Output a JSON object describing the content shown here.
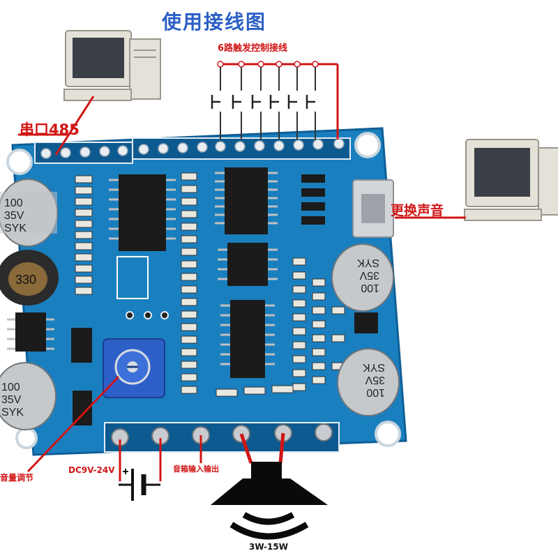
{
  "title": "使用接线图",
  "labels": {
    "serial": "串口485",
    "trigger": "6路触发控制接线",
    "swap_sound": "更换声音",
    "volume": "音量调节",
    "power": "DC9V-24V",
    "speaker_io": "音箱输入输出",
    "wattage": "3W-15W"
  },
  "capacitors": [
    {
      "line1": "100",
      "line2": "35V",
      "line3": "SYK"
    },
    {
      "line1": "100",
      "line2": "35V",
      "line3": "SYK"
    },
    {
      "line1": "100",
      "line2": "35V",
      "line3": "SYK"
    },
    {
      "line1": "100",
      "line2": "35V",
      "line3": "SYK"
    }
  ],
  "inductor_label": "330",
  "colors": {
    "pcb": "#1a7fbf",
    "pcb_dark": "#0f5f96",
    "wire": "#d01515",
    "title": "#2a5fc4",
    "pot": "#2d5fc8"
  }
}
